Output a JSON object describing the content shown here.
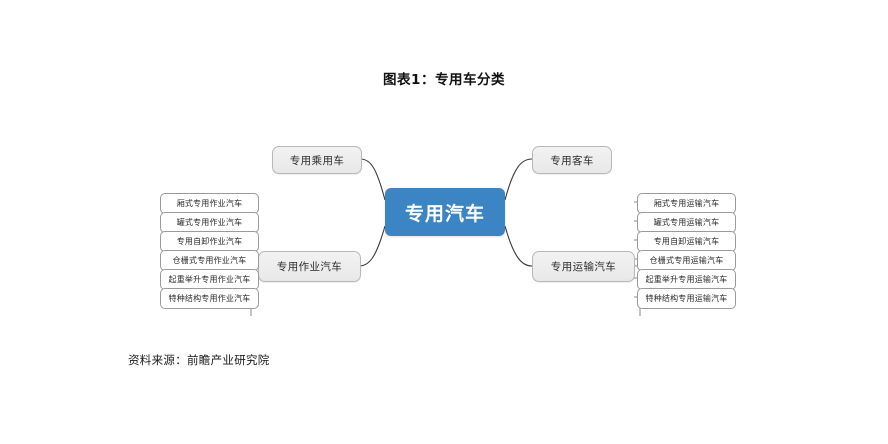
{
  "title": "图表1：专用车分类",
  "source": "资料来源：前瞻产业研究院",
  "colors": {
    "center_fill": "#3b85c4",
    "center_text": "#ffffff",
    "branch_fill": "#ececec",
    "branch_border": "#b8b8b8",
    "leaf_fill": "#ffffff",
    "leaf_border": "#9a9a9a",
    "connector": "#3a3a3a",
    "background": "#ffffff"
  },
  "diagram": {
    "type": "mind-map",
    "center": {
      "label": "专用汽车"
    },
    "branches": [
      {
        "id": "passenger",
        "label": "专用乘用车",
        "side": "left",
        "position": "top",
        "children": []
      },
      {
        "id": "bus",
        "label": "专用客车",
        "side": "right",
        "position": "top",
        "children": []
      },
      {
        "id": "work",
        "label": "专用作业汽车",
        "side": "left",
        "position": "bottom",
        "children": [
          "厢式专用作业汽车",
          "罐式专用作业汽车",
          "专用自卸作业汽车",
          "仓栅式专用作业汽车",
          "起重举升专用作业汽车",
          "特种结构专用作业汽车"
        ]
      },
      {
        "id": "transport",
        "label": "专用运输汽车",
        "side": "right",
        "position": "bottom",
        "children": [
          "厢式专用运输汽车",
          "罐式专用运输汽车",
          "专用自卸运输汽车",
          "仓栅式专用运输汽车",
          "起重举升专用运输汽车",
          "特种结构专用运输汽车"
        ]
      }
    ]
  }
}
